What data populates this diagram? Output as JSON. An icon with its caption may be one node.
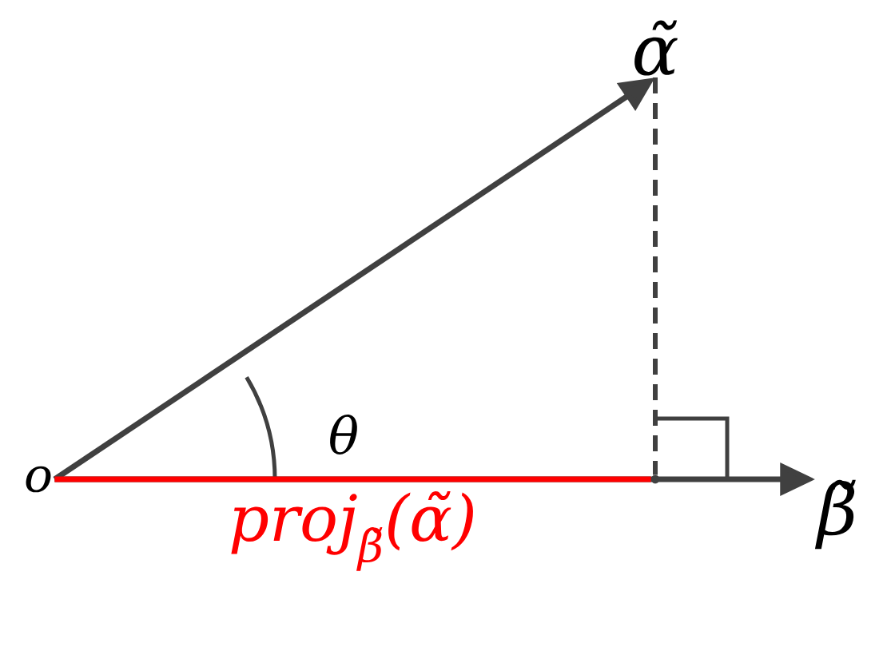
{
  "diagram": {
    "nodes": [
      {
        "text": [
          "o"
        ]
      },
      {
        "text": [
          "α̃"
        ]
      },
      {
        "text": [
          "β̃"
        ]
      },
      {
        "text": [],
        "shape": "point"
      }
    ],
    "edges": [
      {
        "from": 0,
        "to": 1,
        "arrow": "to"
      },
      {
        "from": 0,
        "to": 2,
        "arrow": "to"
      },
      {
        "from": 1,
        "to": 3,
        "arrow": "none",
        "style": "dashed"
      },
      {
        "from": 0,
        "to": 3,
        "arrow": "none",
        "color": "#ff0000",
        "label": "proj$_{β̃}$(α̃)"
      }
    ],
    "labels": [
      "θ"
    ]
  }
}
